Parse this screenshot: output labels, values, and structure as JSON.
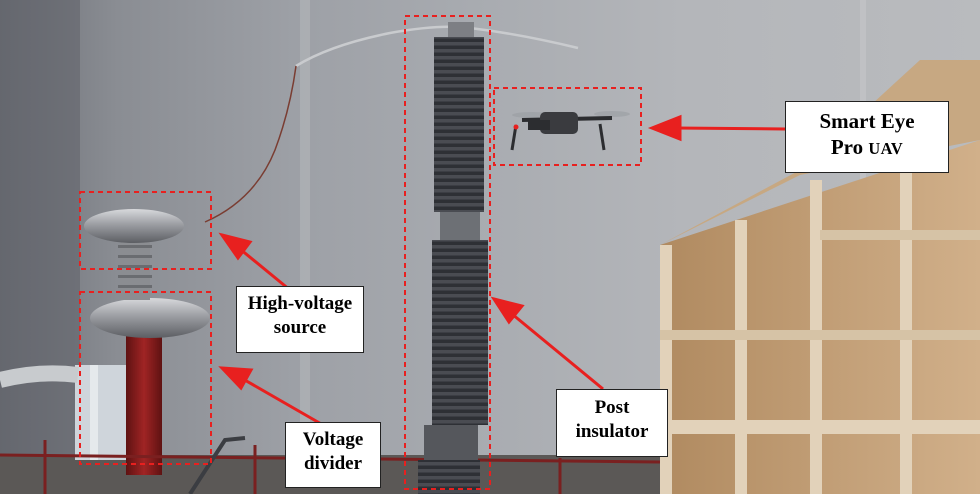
{
  "annotations": {
    "uav": {
      "line1": "Smart Eye",
      "line2_a": "Pro ",
      "line2_b": "UAV"
    },
    "source": {
      "line1": "High-voltage",
      "line2": "source"
    },
    "divider": {
      "line1": "Voltage",
      "line2": "divider"
    },
    "insulator": {
      "line1": "Post",
      "line2": "insulator"
    }
  },
  "colors": {
    "annotation": "#e8201f",
    "insulator": "#3b3d43",
    "box": "#c9a77c",
    "pole": "#8a1d1d"
  }
}
